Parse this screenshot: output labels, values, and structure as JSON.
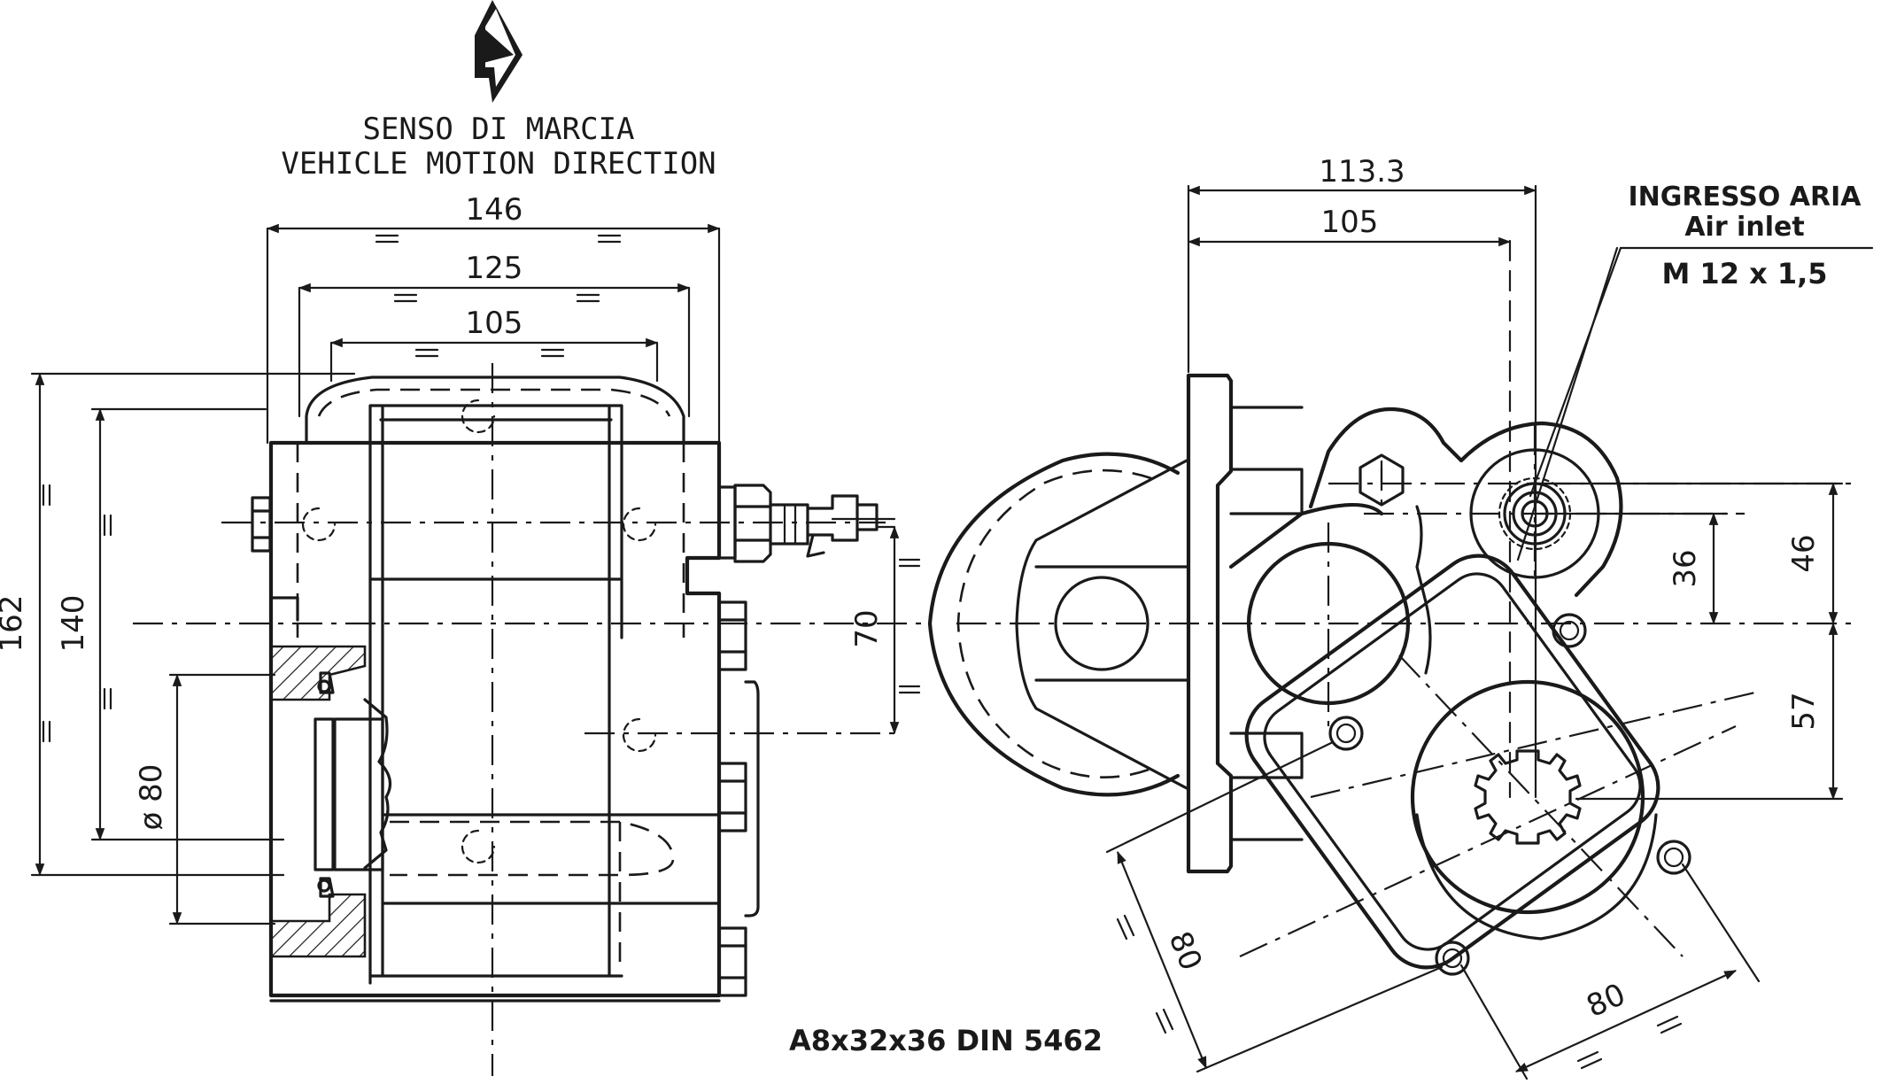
{
  "direction": {
    "label_it": "SENSO DI MARCIA",
    "label_en": "VEHICLE MOTION DIRECTION",
    "icon": "direction-arrow-icon"
  },
  "front_view": {
    "dim_146": "146",
    "dim_125": "125",
    "dim_105": "105",
    "dim_162": "162",
    "dim_140": "140",
    "dim_d80": "ø 80",
    "dim_70": "70"
  },
  "side_view": {
    "dim_113_3": "113.3",
    "dim_105": "105",
    "dim_46": "46",
    "dim_36": "36",
    "dim_57": "57",
    "dim_80_a": "80",
    "dim_80_b": "80"
  },
  "air_inlet": {
    "label_it": "INGRESSO ARIA",
    "label_en": "Air inlet",
    "thread": "M 12 x 1,5"
  },
  "spline_spec": "A8x32x36 DIN 5462",
  "equal_marks": "="
}
